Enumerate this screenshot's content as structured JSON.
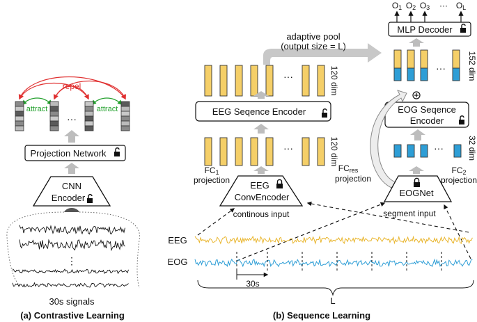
{
  "colors": {
    "feature_yellow": "#F5CF68",
    "feature_blue": "#2E9ED6",
    "eeg_signal": "#E9B52C",
    "eog_signal": "#2E9ED6",
    "repel": "#E03030",
    "attract": "#22A02C",
    "flow_arrow": "#BDBDBD",
    "stroke": "#111111"
  },
  "panel_a": {
    "caption": "(a) Contrastive Learning",
    "repel_label": "repel",
    "attract_left": "attract",
    "attract_right": "attract",
    "ellipsis": "···",
    "projection_network": "Projection Network",
    "encoder_line1": "CNN",
    "encoder_line2": "Encoder",
    "vertical_ellipsis": "⋮",
    "signals_label": "30s signals"
  },
  "panel_b": {
    "caption": "(b) Sequence Learning",
    "adaptive_pool_line1": "adaptive pool",
    "adaptive_pool_line2": "(output size = L)",
    "dim_120_top": "120 dim",
    "dim_120_bottom": "120 dim",
    "dim_152": "152 dim",
    "dim_32": "32 dim",
    "ellipsis": "···",
    "eeg_sequence_encoder": "EEG Seqence Encoder",
    "eog_sequence_encoder_line1": "EOG Seqence",
    "eog_sequence_encoder_line2": "Encoder",
    "mlp_decoder": "MLP Decoder",
    "outputs": [
      "O1",
      "O2",
      "O3",
      "OL"
    ],
    "outputs_ellipsis": "···",
    "fc1_line1": "FC1",
    "fc1_line2": "projection",
    "fc2_line1": "FC2",
    "fc2_line2": "projection",
    "fcres_line1": "FC res",
    "fcres_line2": "projection",
    "eeg_convencoder_line1": "EEG",
    "eeg_convencoder_line2": "ConvEncoder",
    "eognet": "EOGNet",
    "continous_input": "continous input",
    "segment_input": "segment input",
    "eeg_label": "EEG",
    "eog_label": "EOG",
    "span_30s": "30s",
    "span_L": "L"
  }
}
